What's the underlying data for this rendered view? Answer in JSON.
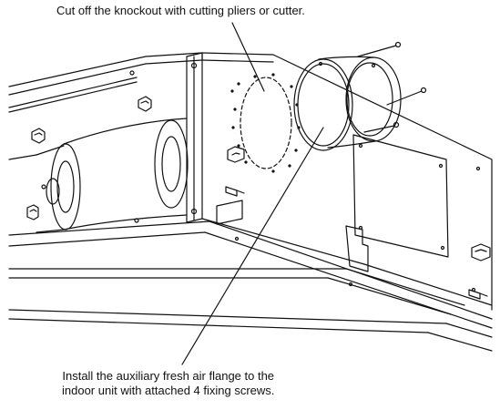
{
  "captions": {
    "top": "Cut off the knockout with cutting pliers or cutter.",
    "bottom_line1": "Install the auxiliary fresh air flange to the",
    "bottom_line2": "indoor unit with attached 4 fixing screws."
  },
  "colors": {
    "line": "#111111",
    "background": "#ffffff"
  }
}
